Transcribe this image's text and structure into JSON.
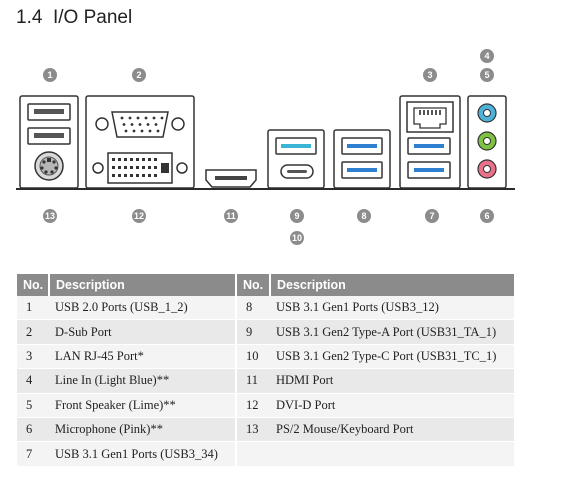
{
  "section": {
    "number": "1.4",
    "title": "I/O Panel"
  },
  "callouts": [
    "1",
    "2",
    "3",
    "4",
    "5",
    "6",
    "7",
    "8",
    "9",
    "10",
    "11",
    "12",
    "13"
  ],
  "table": {
    "headers": [
      "No.",
      "Description",
      "No.",
      "Description"
    ],
    "left": [
      {
        "no": "1",
        "desc": "USB 2.0 Ports (USB_1_2)"
      },
      {
        "no": "2",
        "desc": "D-Sub Port"
      },
      {
        "no": "3",
        "desc": "LAN RJ-45 Port*"
      },
      {
        "no": "4",
        "desc": "Line In (Light Blue)**"
      },
      {
        "no": "5",
        "desc": "Front Speaker (Lime)**"
      },
      {
        "no": "6",
        "desc": "Microphone (Pink)**"
      },
      {
        "no": "7",
        "desc": "USB 3.1 Gen1 Ports (USB3_34)"
      }
    ],
    "right": [
      {
        "no": "8",
        "desc": "USB 3.1 Gen1 Ports (USB3_12)"
      },
      {
        "no": "9",
        "desc": "USB 3.1 Gen2 Type-A Port (USB31_TA_1)"
      },
      {
        "no": "10",
        "desc": "USB 3.1 Gen2 Type-C Port (USB31_TC_1)"
      },
      {
        "no": "11",
        "desc": "HDMI Port"
      },
      {
        "no": "12",
        "desc": "DVI-D Port"
      },
      {
        "no": "13",
        "desc": "PS/2 Mouse/Keyboard Port"
      },
      {
        "no": "",
        "desc": ""
      }
    ]
  },
  "colors": {
    "line_in": "#4fb3d9",
    "front_speaker": "#7dc242",
    "microphone": "#e9718a",
    "usb3": "#2f7fd0",
    "usb31_gen2": "#3ab5d6",
    "header_bg": "#8b8b8b"
  }
}
